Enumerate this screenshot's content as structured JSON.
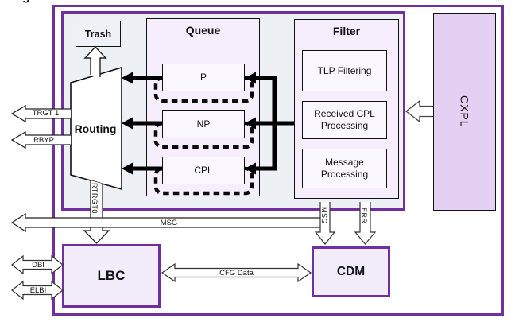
{
  "caption_fragment": "g",
  "blocks": {
    "trash": "Trash",
    "routing": "Routing",
    "queue": {
      "title": "Queue",
      "items": [
        "P",
        "NP",
        "CPL"
      ]
    },
    "filter": {
      "title": "Filter",
      "items": [
        "TLP Filtering",
        "Received CPL Processing",
        "Message Processing"
      ]
    },
    "cxpl": "CXPL",
    "lbc": "LBC",
    "cdm": "CDM"
  },
  "signals": {
    "trgt1": "TRGT 1",
    "rbyp": "RBYP",
    "rtrgt0": "RTRGT0",
    "msg_bus": "MSG",
    "msg_to_cdm": "MSG",
    "err": "ERR",
    "dbi": "DBI",
    "elbi": "ELBI",
    "cfg_data": "CFG Data"
  },
  "colors": {
    "outline_purple": "#7030a0",
    "panel_gray": "#edf0f5",
    "group_lavender": "#f6eefc",
    "item_lavender": "#fbf7fe",
    "cxpl_lavender": "#e4d0f3",
    "block_lavender": "#f3ecfb",
    "connector_black": "#000000"
  }
}
